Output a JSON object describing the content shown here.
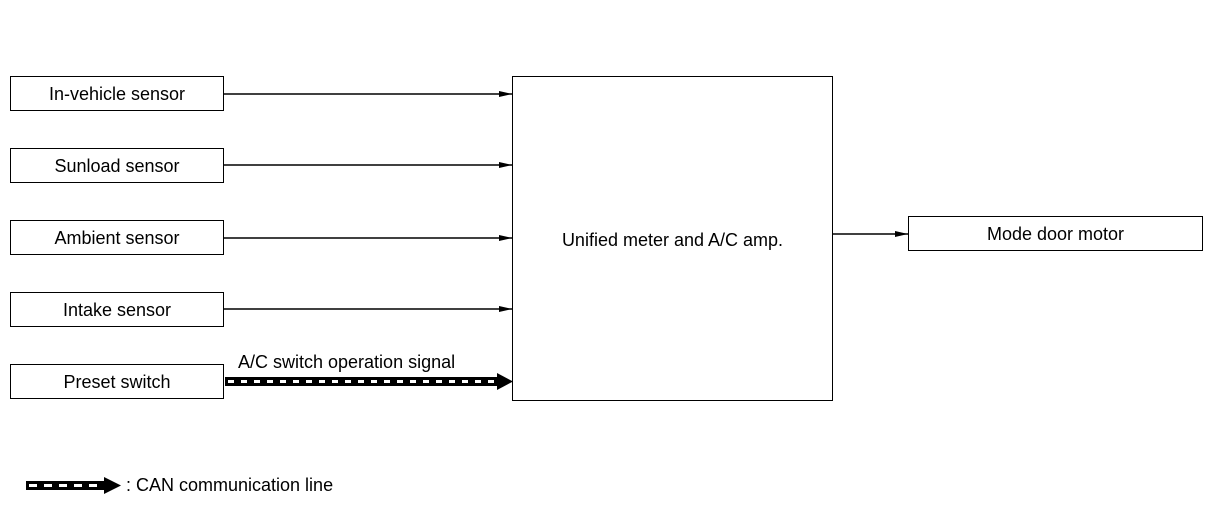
{
  "inputs": [
    {
      "label": "In-vehicle sensor"
    },
    {
      "label": "Sunload sensor"
    },
    {
      "label": "Ambient sensor"
    },
    {
      "label": "Intake sensor"
    },
    {
      "label": "Preset switch"
    }
  ],
  "controller": {
    "label": "Unified meter and A/C amp."
  },
  "output": {
    "label": "Mode door motor"
  },
  "signal": {
    "label": "A/C switch operation signal"
  },
  "legend": {
    "label": ": CAN communication line"
  },
  "colors": {
    "line": "#000000",
    "background": "#ffffff"
  }
}
